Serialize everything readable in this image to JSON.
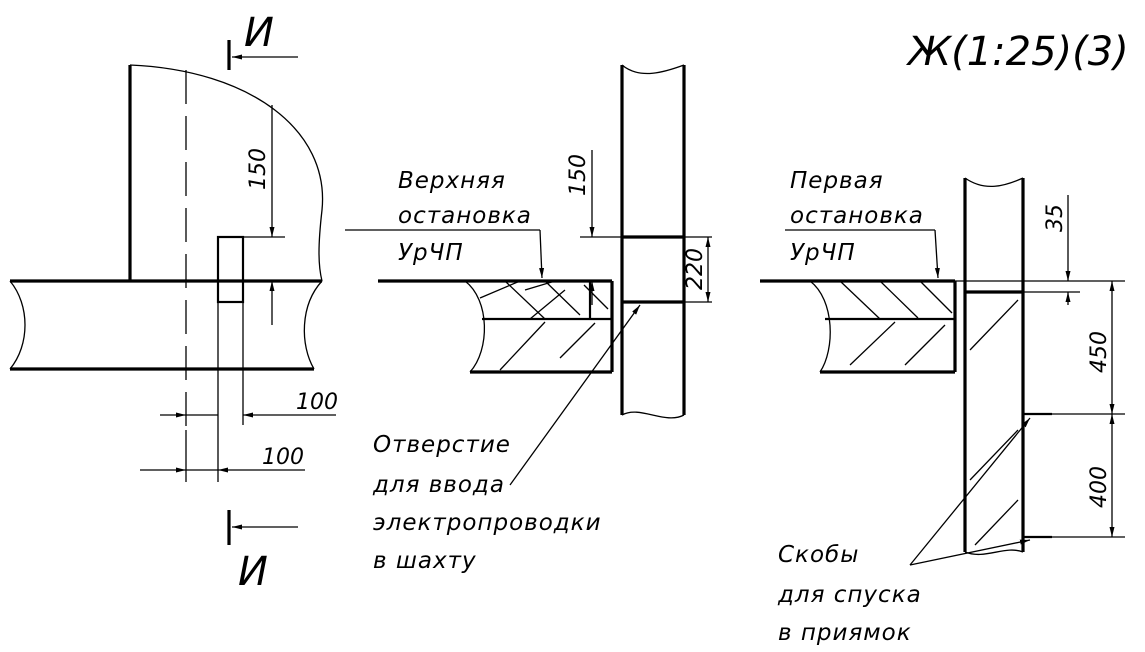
{
  "sheet_title": "Ж(1:25)(3)",
  "section_mark": "И",
  "dimensions": {
    "left_height": "150",
    "left_width_a": "100",
    "left_width_b": "100",
    "mid_offset": "150",
    "mid_opening": "220",
    "right_offset": "35",
    "right_step_a": "450",
    "right_step_b": "400"
  },
  "notes": {
    "upper_stop": [
      "Верхняя",
      "остановка",
      "УрЧП"
    ],
    "first_stop": [
      "Первая",
      "остановка",
      "УрЧП"
    ],
    "opening": [
      "Отверстие",
      "для ввода",
      "электропроводки",
      "в шахту"
    ],
    "brackets": [
      "Скобы",
      "для спуска",
      "в приямок"
    ]
  }
}
